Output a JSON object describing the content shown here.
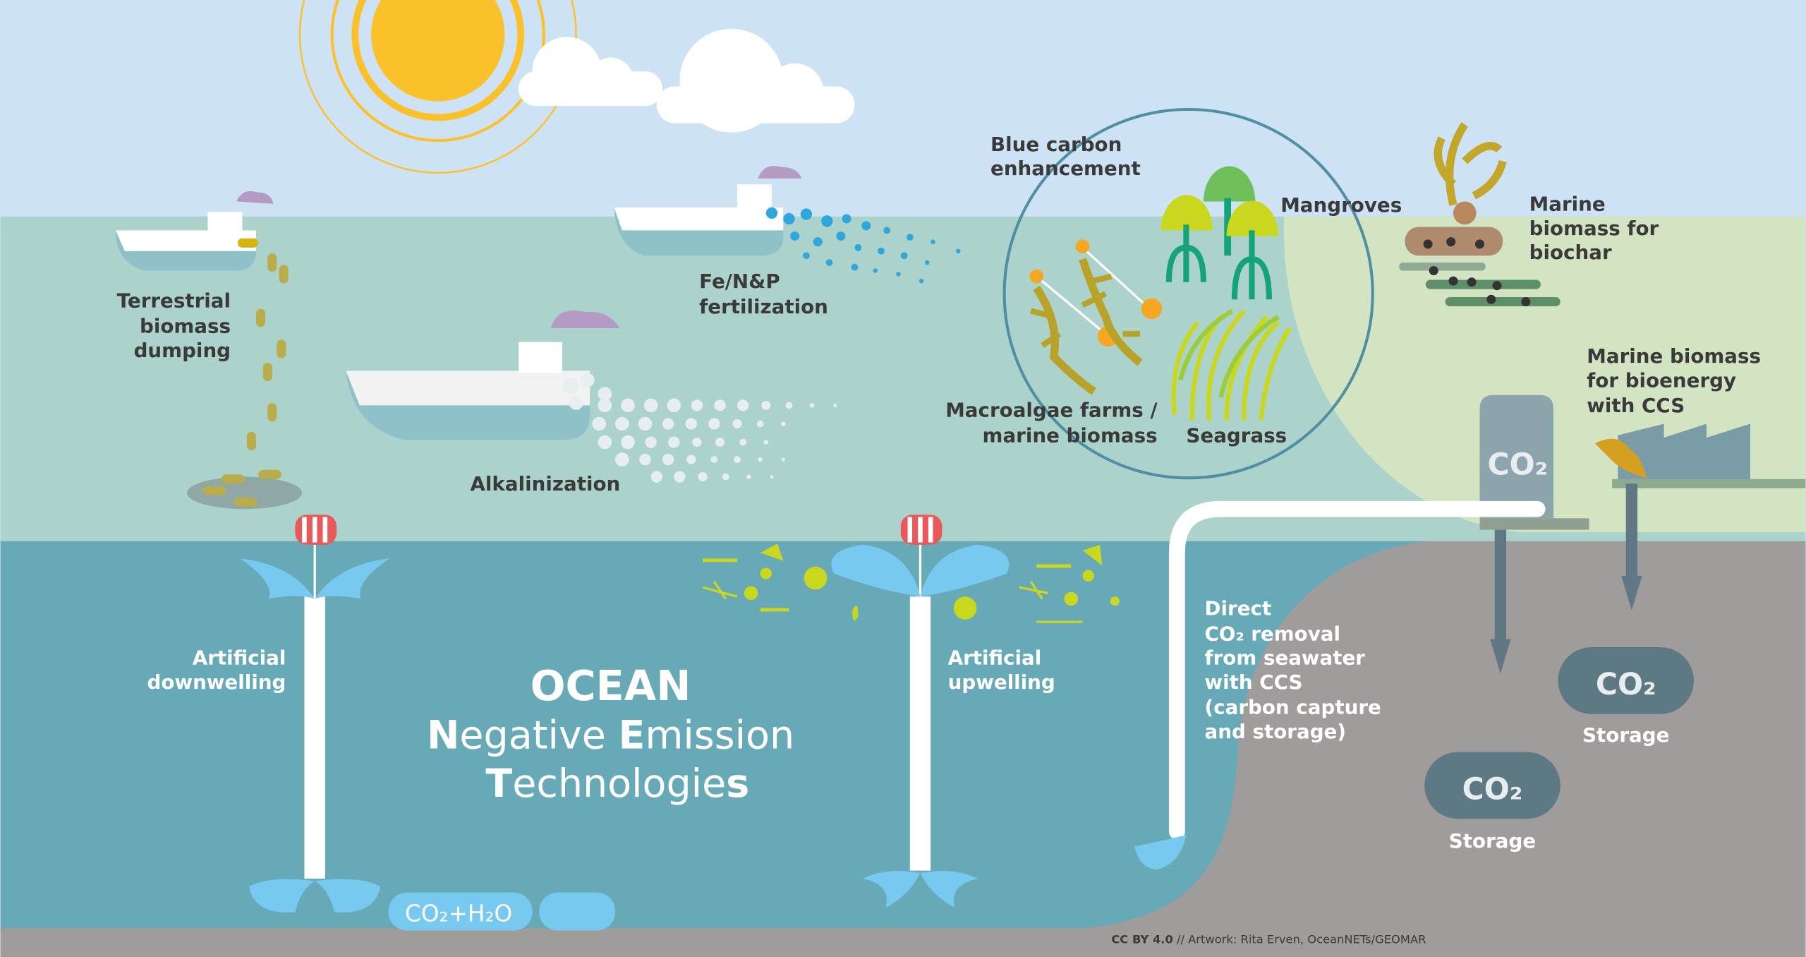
{
  "title": {
    "line1": "OCEAN",
    "line2_cap1": "N",
    "line2_rest1": "egative ",
    "line2_cap2": "E",
    "line2_rest2": "mission",
    "line3_cap": "T",
    "line3_rest": "echnologie",
    "line3_end": "s"
  },
  "labels": {
    "terrestrial": [
      "Terrestrial",
      "biomass",
      "dumping"
    ],
    "fertilization": [
      "Fe/N&P",
      "fertilization"
    ],
    "alkalinization": "Alkalinization",
    "blue_carbon": [
      "Blue carbon",
      "enhancement"
    ],
    "mangroves": "Mangroves",
    "macroalgae": [
      "Macroalgae farms /",
      "marine biomass"
    ],
    "seagrass": "Seagrass",
    "biochar": [
      "Marine",
      "biomass for",
      "biochar"
    ],
    "bioenergy": [
      "Marine biomass",
      "for bioenergy",
      "with CCS"
    ],
    "downwelling": [
      "Artificial",
      "downwelling"
    ],
    "upwelling": [
      "Artificial",
      "upwelling"
    ],
    "direct_removal": [
      "Direct",
      "CO₂ removal",
      "from seawater",
      "with CCS",
      "(carbon capture",
      "and storage)"
    ],
    "storage": "Storage",
    "co2": "CO₂",
    "co2_h2o": "CO₂+H₂O"
  },
  "credit": {
    "license": "CC BY 4.0",
    "text": " // Artwork: Rita Erven, OceanNETs/GEOMAR"
  },
  "colors": {
    "sky": "#cde3f5",
    "shallow": "#acd3cb",
    "deep": "#67a9b7",
    "seafloor": "#a09c9b",
    "land": "#d3e4c3",
    "sun": "#fbc12a"
  }
}
